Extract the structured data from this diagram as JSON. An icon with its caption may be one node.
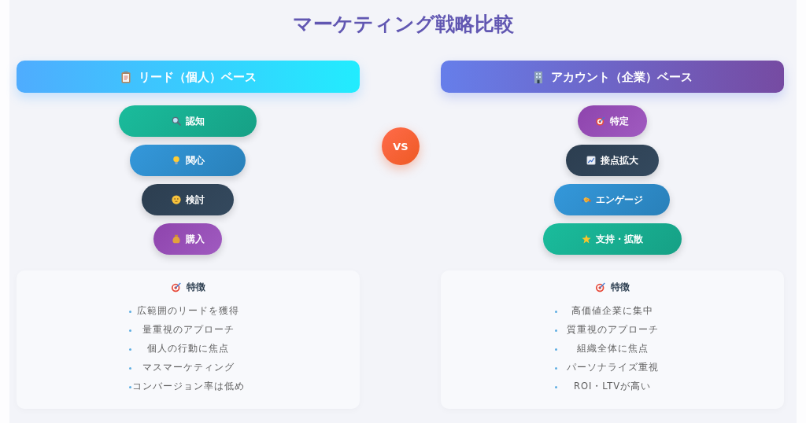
{
  "diagram": {
    "title": "マーケティング戦略比較",
    "nodes": [
      {
        "text": [
          "リード（個人）ベース"
        ]
      },
      {
        "text": [
          "認知"
        ]
      },
      {
        "text": [
          "関心"
        ]
      },
      {
        "text": [
          "検討"
        ]
      },
      {
        "text": [
          "購入"
        ]
      },
      {
        "text": [
          "VS"
        ]
      },
      {
        "text": [
          "アカウント（企業）ベース"
        ]
      },
      {
        "text": [
          "特定"
        ]
      },
      {
        "text": [
          "接点拡大"
        ]
      },
      {
        "text": [
          "エンゲージ"
        ]
      },
      {
        "text": [
          "支持・拡散"
        ]
      },
      {
        "text": [
          "特徴",
          "広範囲のリードを獲得",
          "量重視のアプローチ",
          "個人の行動に焦点",
          "マスマーケティング",
          "コンバージョン率は低め"
        ]
      },
      {
        "text": [
          "特徴",
          "高価値企業に集中",
          "質重視のアプローチ",
          "組織全体に焦点",
          "パーソナライズ重視",
          "ROI・LTVが高い"
        ]
      }
    ]
  }
}
